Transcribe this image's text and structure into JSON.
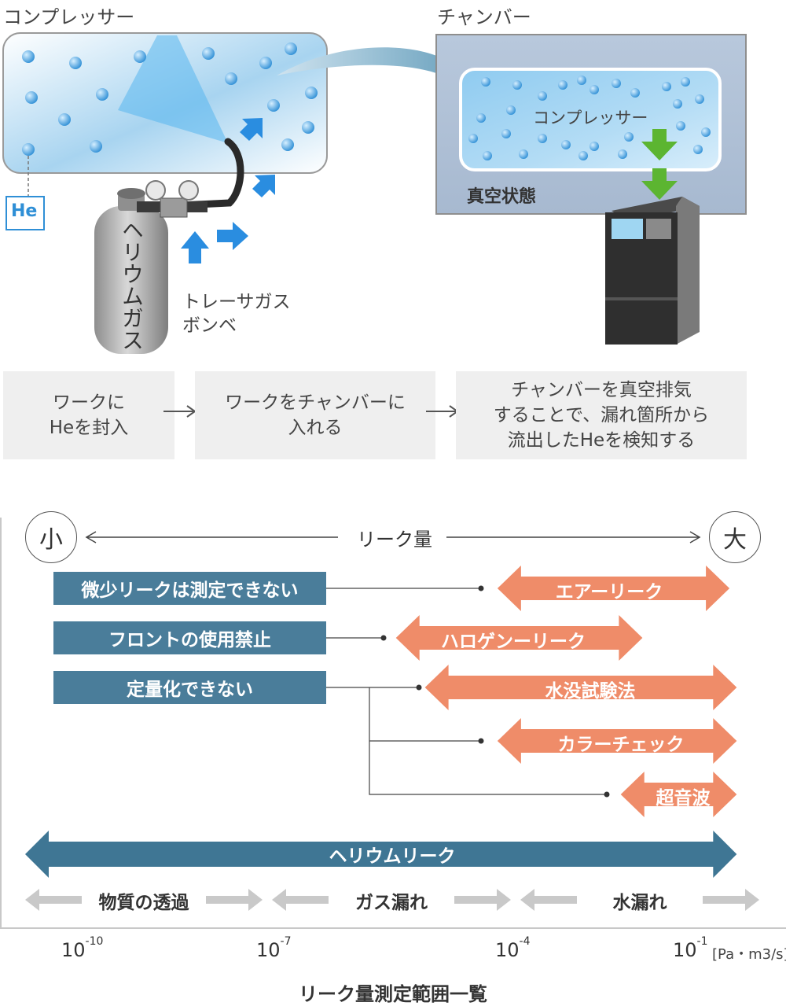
{
  "illustration": {
    "compressor_label": "コンプレッサー",
    "chamber_label": "チャンバー",
    "inner_compressor_label": "コンプレッサー",
    "vacuum_label": "真空状態",
    "he_label": "He",
    "cylinder_label": "ヘリウムガス",
    "tracer_line1": "トレーサガス",
    "tracer_line2": "ボンベ"
  },
  "steps": [
    {
      "line1": "ワークに",
      "line2": "Heを封入"
    },
    {
      "line1": "ワークをチャンバーに",
      "line2": "入れる"
    },
    {
      "line1": "チャンバーを真空排気",
      "line2": "することで、漏れ箇所から",
      "line3": "流出したHeを検知する"
    }
  ],
  "scale": {
    "small": "小",
    "large": "大",
    "axis_label": "リーク量"
  },
  "limitations": [
    {
      "label": "微少リークは測定できない"
    },
    {
      "label": "フロントの使用禁止"
    },
    {
      "label": "定量化できない"
    }
  ],
  "methods": [
    {
      "label": "エアーリーク",
      "range_exp": [
        -4.3,
        -1.1
      ]
    },
    {
      "label": "ハロゲンーリーク",
      "range_exp": [
        -5.7,
        -2.3
      ]
    },
    {
      "label": "水没試験法",
      "range_exp": [
        -5.3,
        -1.0
      ]
    },
    {
      "label": "カラーチェック",
      "range_exp": [
        -4.3,
        -1.0
      ]
    },
    {
      "label": "超音波",
      "range_exp": [
        -2.6,
        -1.0
      ]
    },
    {
      "label": "ヘリウムリーク",
      "range_exp": [
        -10.7,
        -1.0
      ]
    }
  ],
  "phenomena": [
    {
      "label": "物質の透過"
    },
    {
      "label": "ガス漏れ"
    },
    {
      "label": "水漏れ"
    }
  ],
  "ticks": [
    {
      "base": "10",
      "exp": "-10"
    },
    {
      "base": "10",
      "exp": "-7"
    },
    {
      "base": "10",
      "exp": "-4"
    },
    {
      "base": "10",
      "exp": "-1"
    }
  ],
  "unit": "[Pa・m3/s]",
  "caption": "リーク量測定範囲一覧",
  "colors": {
    "method_fill": "#ef8c69",
    "helium_fill": "#3f7694",
    "limitation_fill": "#4a7d9a",
    "phenomenon_arrow": "#c9c9c9",
    "green_arrow": "#5cb531",
    "blue_arrow": "#2a8de0"
  }
}
